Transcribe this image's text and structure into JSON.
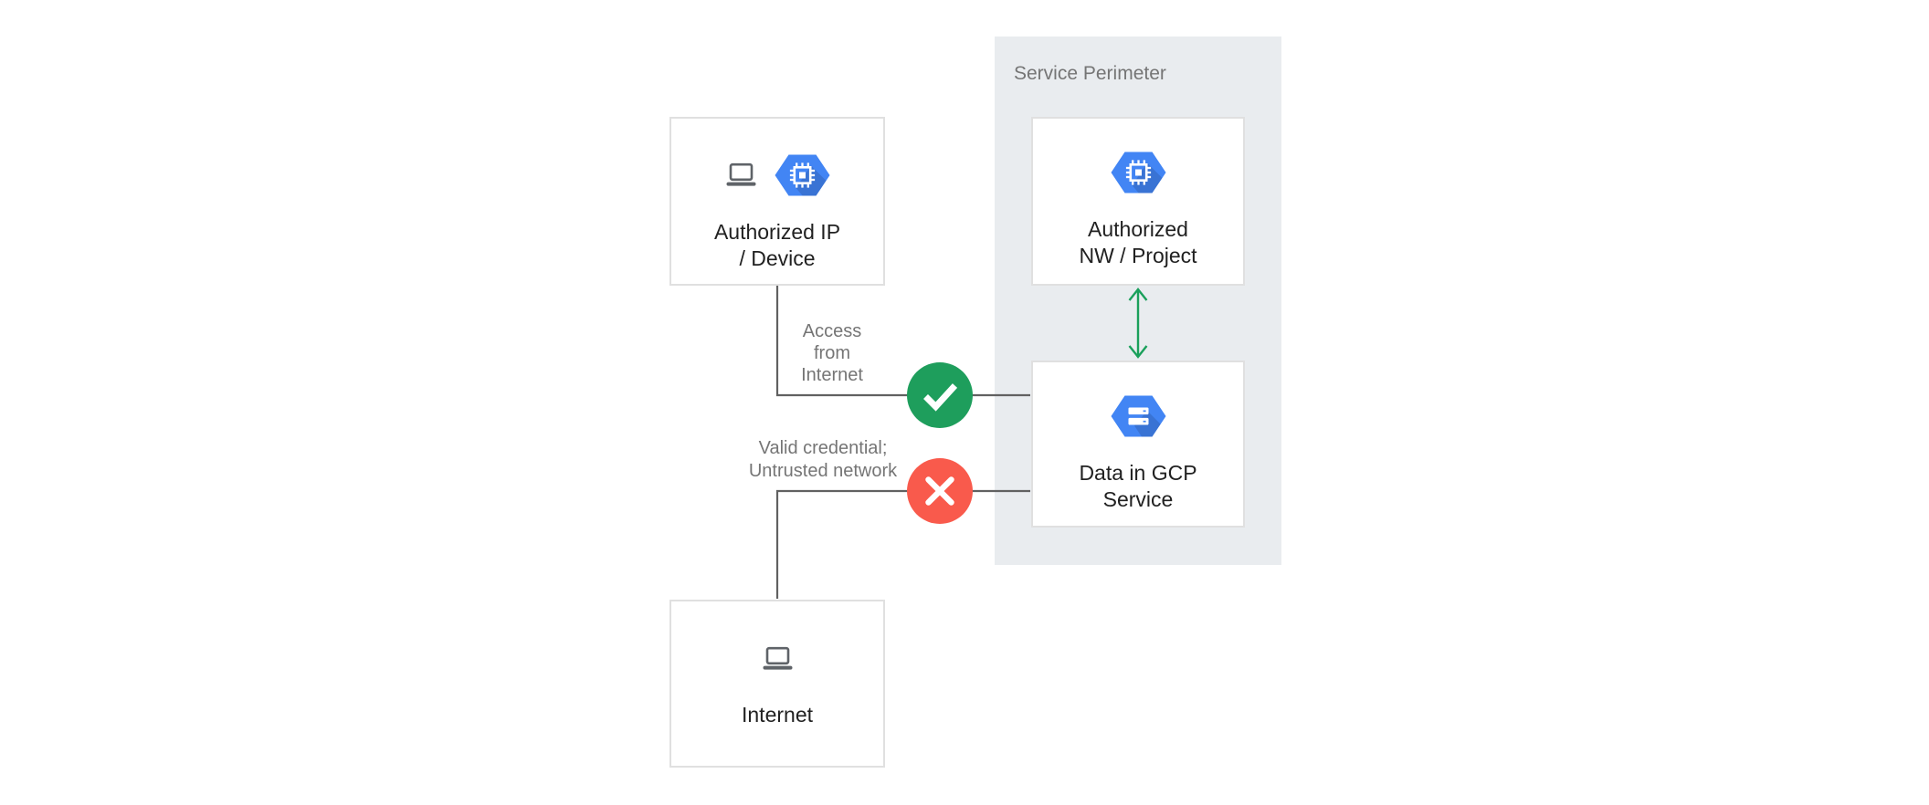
{
  "perimeter": {
    "label": "Service Perimeter"
  },
  "nodes": {
    "authorized_ip": {
      "lines": [
        "Authorized IP",
        "/ Device"
      ],
      "icons": [
        "laptop-icon",
        "compute-chip-hexagon-icon"
      ]
    },
    "authorized_nw": {
      "lines": [
        "Authorized",
        "NW / Project"
      ],
      "icons": [
        "compute-chip-hexagon-icon"
      ]
    },
    "data_gcp": {
      "lines": [
        "Data in GCP",
        "Service"
      ],
      "icons": [
        "storage-hexagon-icon"
      ]
    },
    "internet": {
      "lines": [
        "Internet"
      ],
      "icons": [
        "laptop-icon"
      ]
    }
  },
  "edges": {
    "access_from_internet": {
      "from": "authorized_ip",
      "to": "data_gcp",
      "status": "allowed",
      "label_lines": [
        "Access",
        "from",
        "Internet"
      ]
    },
    "untrusted_network": {
      "from": "internet",
      "to": "data_gcp",
      "status": "denied",
      "label_lines": [
        "Valid credential;",
        "Untrusted network"
      ]
    },
    "perimeter_link": {
      "from": "authorized_nw",
      "to": "data_gcp",
      "status": "bidirectional"
    }
  },
  "colors": {
    "hex_blue": "#4285F4",
    "allowed_green": "#1E9E5C",
    "denied_red": "#F95A4C",
    "arrow_green": "#1AA05B",
    "connector_gray": "#616161",
    "perimeter_bg": "#E9ECEF",
    "node_border": "#E0E0E0",
    "node_bg": "#FFFFFF",
    "label_dark": "#212121",
    "label_gray": "#757575",
    "device_gray": "#5F6368",
    "page_bg": "#FFFFFF"
  }
}
